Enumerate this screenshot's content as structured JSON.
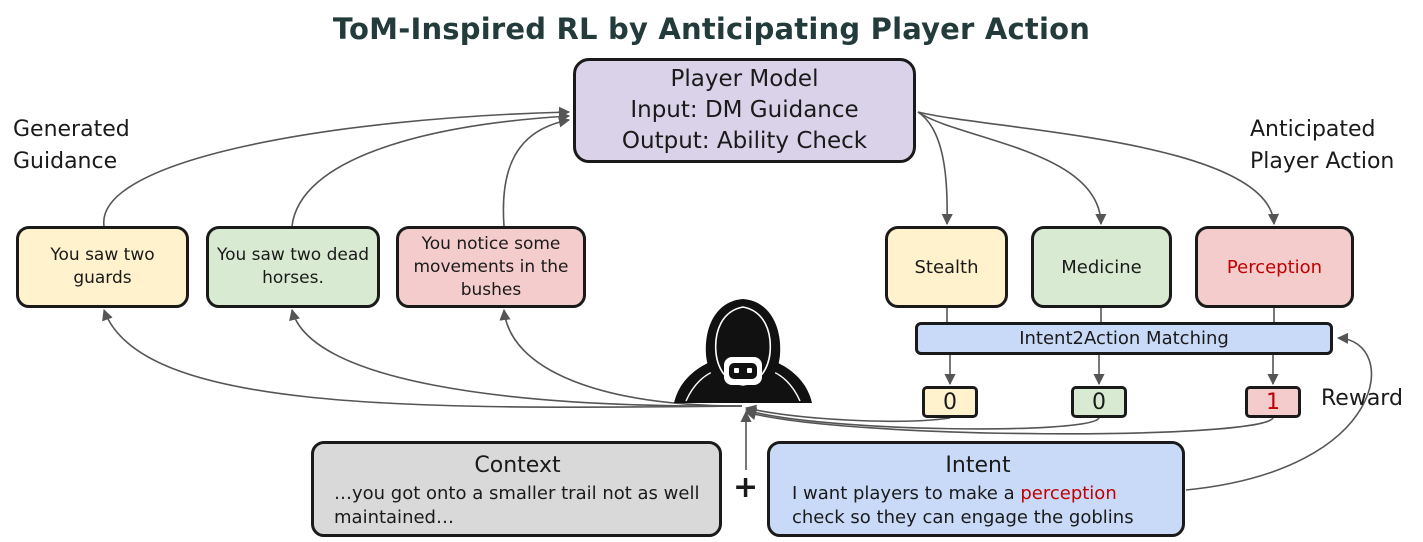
{
  "title": "ToM-Inspired RL by Anticipating Player Action",
  "player_model": {
    "line1": "Player Model",
    "line2": "Input: DM Guidance",
    "line3": "Output: Ability Check"
  },
  "labels": {
    "generated_line1": "Generated",
    "generated_line2": "Guidance",
    "anticipated_line1": "Anticipated",
    "anticipated_line2": "Player Action",
    "reward": "Reward",
    "plus": "+"
  },
  "guidance": [
    {
      "text": "You saw two guards",
      "color": "#fff2cc"
    },
    {
      "text": "You saw two dead horses.",
      "color": "#d9ead3"
    },
    {
      "text": "You notice some movements in the bushes",
      "color": "#f4cccc"
    }
  ],
  "actions": [
    {
      "text": "Stealth",
      "color": "#fff2cc"
    },
    {
      "text": "Medicine",
      "color": "#d9ead3"
    },
    {
      "text": "Perception",
      "color": "#f4cccc",
      "text_color": "#c00000"
    }
  ],
  "matching": "Intent2Action Matching",
  "rewards": [
    "0",
    "0",
    "1"
  ],
  "context": {
    "title": "Context",
    "body": "…you got onto a smaller trail not as well maintained…"
  },
  "intent": {
    "title": "Intent",
    "body_before": "I want players to make a ",
    "body_highlight": "perception",
    "body_after": " check so they can engage the goblins"
  },
  "icons": {
    "agent": "hooded-agent-icon"
  },
  "colors": {
    "title": "#233b3b",
    "highlight": "#c00000",
    "arrow": "#555555"
  }
}
